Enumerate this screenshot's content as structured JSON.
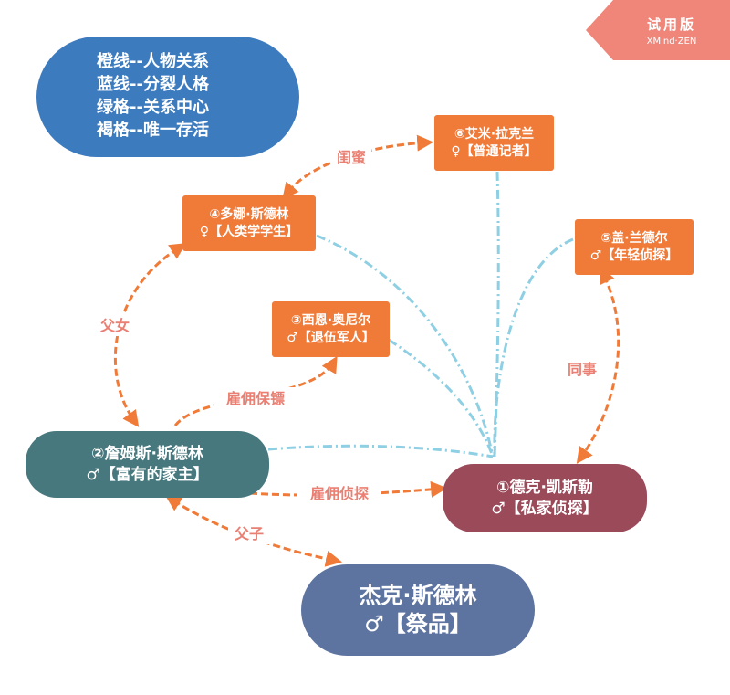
{
  "legend": {
    "line1": "橙线--人物关系",
    "line2": "蓝线--分裂人格",
    "line3": "绿格--关系中心",
    "line4": "褐格--唯一存活"
  },
  "watermark": {
    "label": "试用版",
    "brand": "XMind·ZEN"
  },
  "nodes": {
    "amy": {
      "name": "⑥艾米·拉克兰",
      "role": "♀【普通记者】"
    },
    "donna": {
      "name": "④多娜·斯德林",
      "role": "♀【人类学学生】"
    },
    "gai": {
      "name": "⑤盖·兰德尔",
      "role": "♂【年轻侦探】"
    },
    "xien": {
      "name": "③西恩·奥尼尔",
      "role": "♂【退伍军人】"
    },
    "james": {
      "name": "②詹姆斯·斯德林",
      "role": "♂【富有的家主】"
    },
    "dec": {
      "name": "①德克·凯斯勒",
      "role": "♂【私家侦探】"
    },
    "jack": {
      "name": "杰克·斯德林",
      "role": "♂【祭品】"
    }
  },
  "relations": {
    "guimi": "闺蜜",
    "funv": "父女",
    "tongshi": "同事",
    "guyong_baobiao": "雇佣保镖",
    "guyong_zhentan": "雇佣侦探",
    "fuzi": "父子"
  },
  "colors": {
    "relation_line": "#f07a38",
    "persona_line": "#8ecfe3",
    "node_orange": "#f07a38",
    "center_node": "#47787e",
    "survivor_node": "#9b4a5a",
    "victim_node": "#5e74a0",
    "legend_bg": "#3d7bbf",
    "edge_label": "#e98073",
    "watermark": "#f0867a"
  }
}
